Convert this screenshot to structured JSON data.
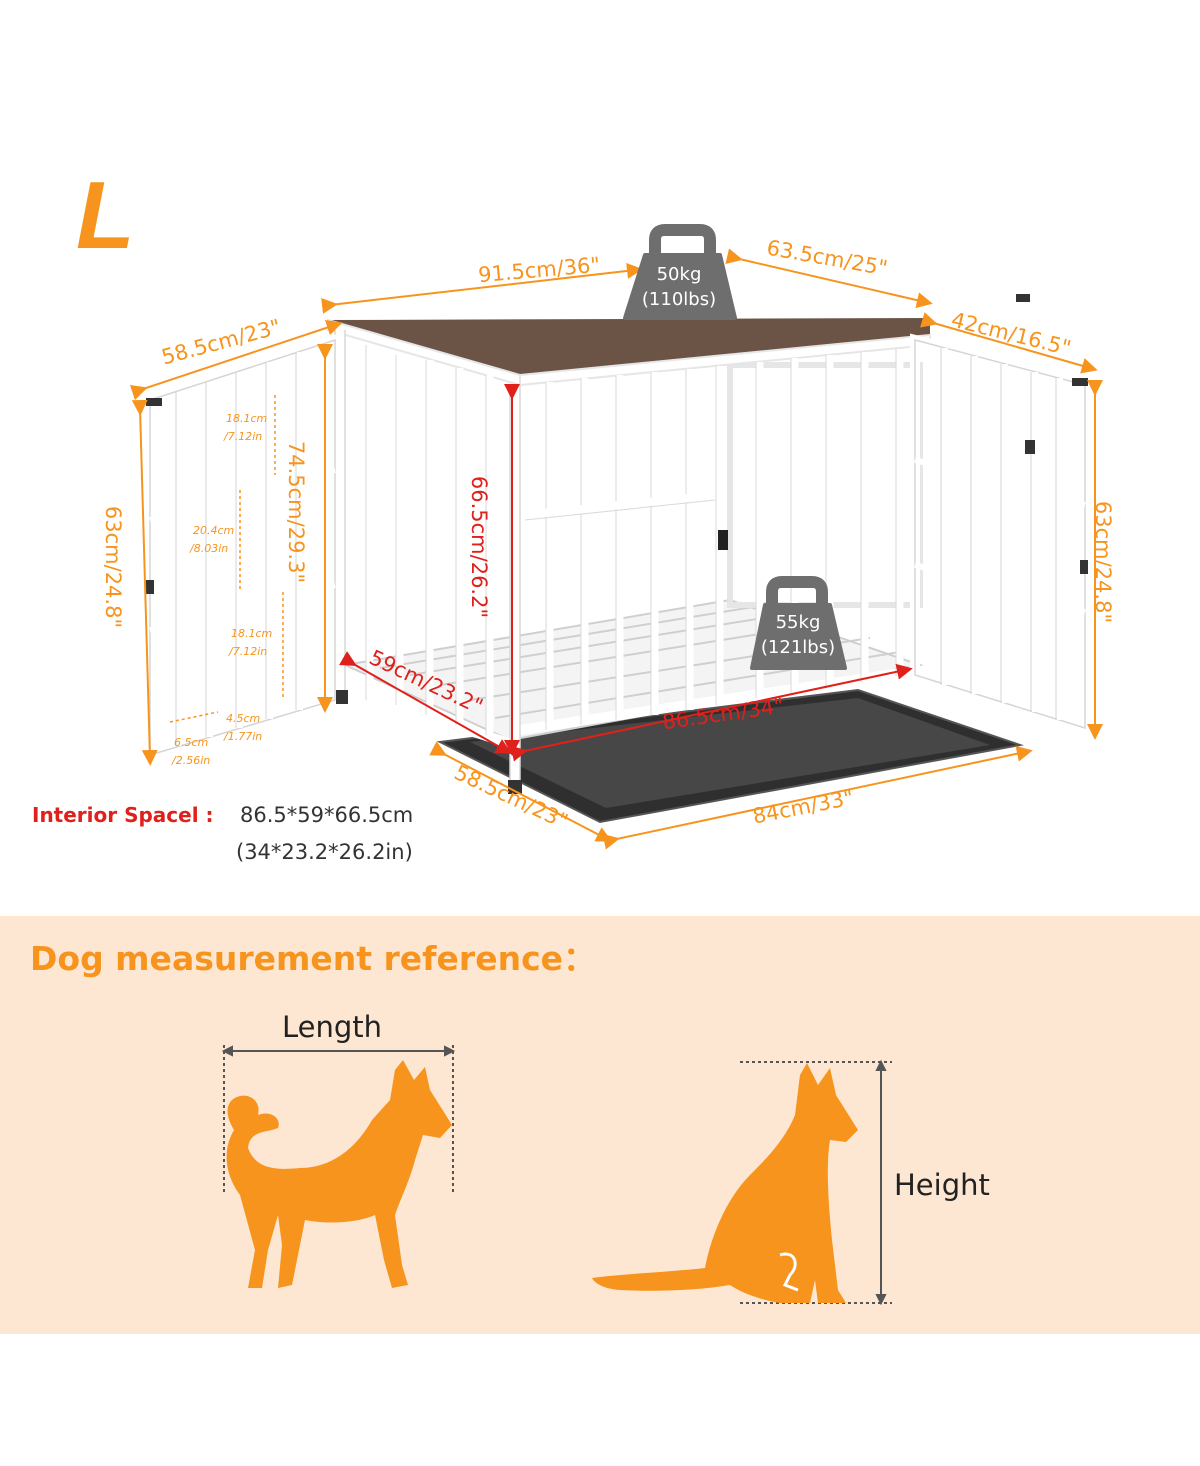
{
  "size_label": "L",
  "dimensions": {
    "top_width": "91.5cm/36\"",
    "top_depth": "63.5cm/25\"",
    "door_width_left": "58.5cm/23\"",
    "door_width_right": "42cm/16.5\"",
    "door_height_left": "63cm/24.8\"",
    "door_height_right": "63cm/24.8\"",
    "overall_height": "74.5cm/29.3\"",
    "interior_height": "66.5cm/26.2\"",
    "interior_depth": "59cm/23.2\"",
    "interior_width": "86.5cm/34\"",
    "base_depth": "58.5cm/23\"",
    "base_width": "84cm/33\"",
    "bar_gap_top_cm": "18.1cm",
    "bar_gap_top_in": "/7.12in",
    "bar_gap_mid_cm": "20.4cm",
    "bar_gap_mid_in": "/8.03in",
    "bar_gap_bot_cm": "18.1cm",
    "bar_gap_bot_in": "/7.12in",
    "foot_a_cm": "6.5cm",
    "foot_a_in": "/2.56in",
    "foot_b_cm": "4.5cm",
    "foot_b_in": "/1.77in"
  },
  "weights": {
    "top_kg": "50kg",
    "top_lbs": "(110lbs)",
    "floor_kg": "55kg",
    "floor_lbs": "(121lbs)"
  },
  "interior": {
    "label": "Interior Spacel :",
    "metric": "86.5*59*66.5cm",
    "imperial": "(34*23.2*26.2in)"
  },
  "reference": {
    "title": "Dog measurement reference：",
    "length_label": "Length",
    "height_label": "Height"
  },
  "colors": {
    "accent": "#f7941d",
    "interior_red": "#e0201b",
    "wood_top": "#6b5446",
    "frame": "#ffffff",
    "tray": "#3a3a3a",
    "weight_icon": "#6e6e6e",
    "panel_bg": "#fde7d3"
  }
}
